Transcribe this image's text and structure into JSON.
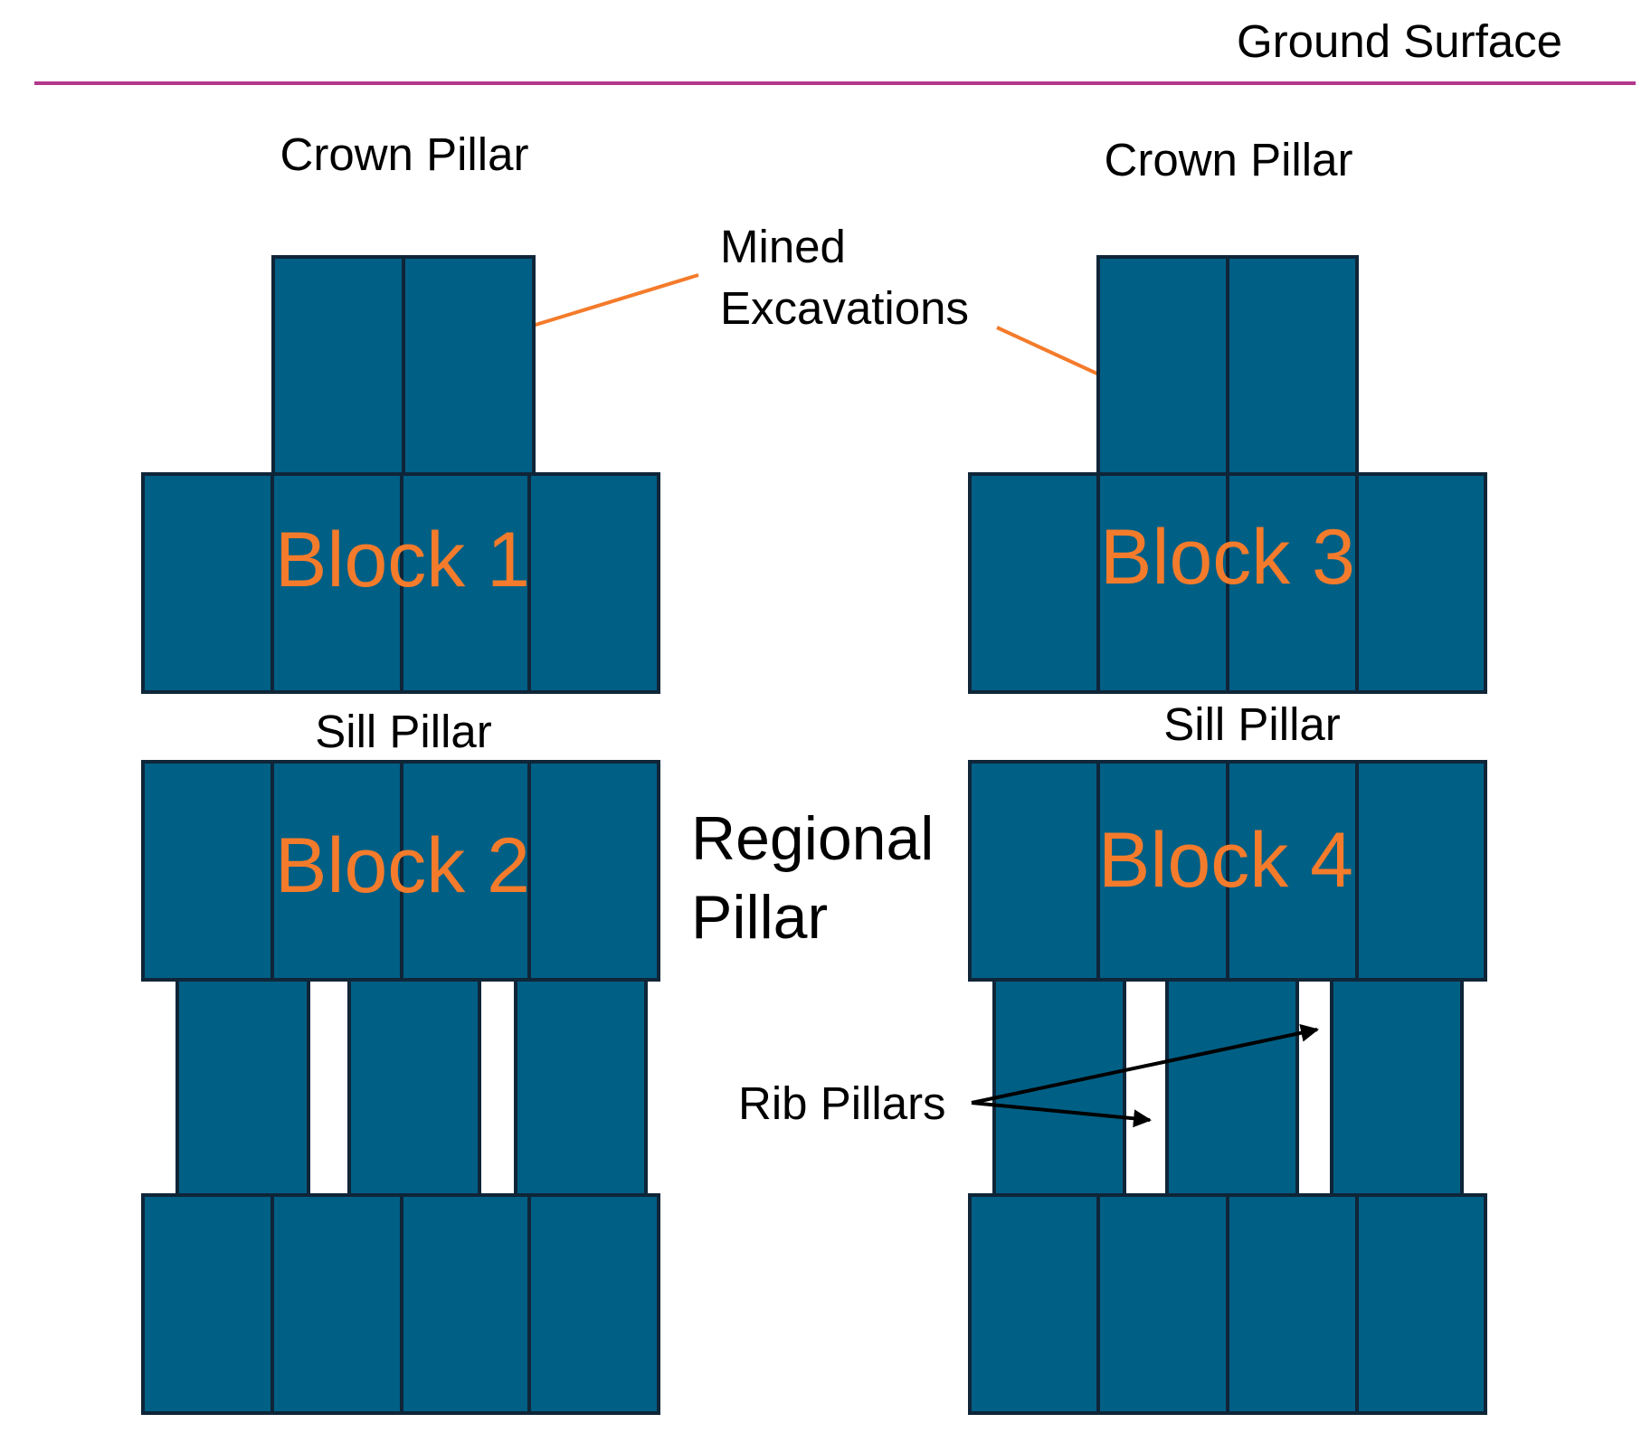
{
  "labels": {
    "ground_surface": "Ground Surface",
    "crown_pillar_left": "Crown Pillar",
    "crown_pillar_right": "Crown Pillar",
    "mined_excavations_line1": "Mined",
    "mined_excavations_line2": "Excavations",
    "sill_pillar_left": "Sill Pillar",
    "sill_pillar_right": "Sill Pillar",
    "regional_pillar_line1": "Regional",
    "regional_pillar_line2": "Pillar",
    "rib_pillars": "Rib Pillars"
  },
  "blocks": [
    {
      "label": "Block 1"
    },
    {
      "label": "Block 2"
    },
    {
      "label": "Block 3"
    },
    {
      "label": "Block 4"
    }
  ],
  "colors": {
    "excavation_fill": "#005f85",
    "excavation_outline": "#0f2538",
    "block_label": "#f47b2b",
    "ground_line": "#b5378c",
    "arrow_orange": "#f47b2b",
    "arrow_black": "#000000",
    "text": "#000000"
  }
}
